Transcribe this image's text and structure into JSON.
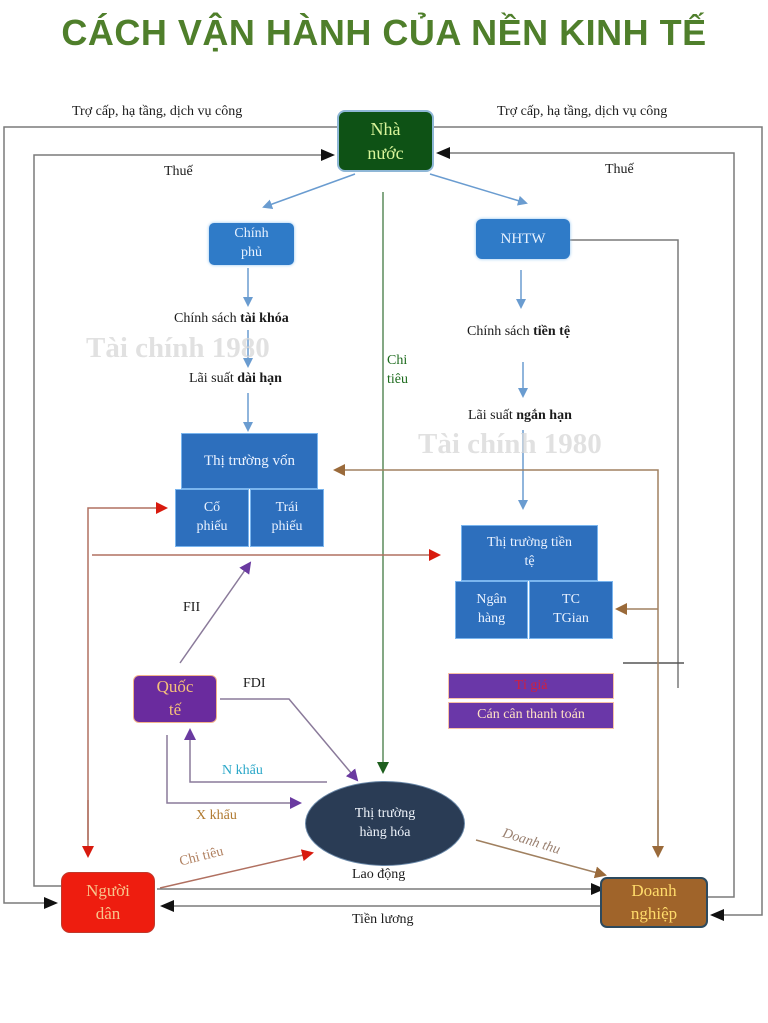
{
  "title": "CÁCH VẬN HÀNH CỦA NỀN KINH TẾ",
  "colors": {
    "title": "#4f7f2b",
    "nha_nuoc": "#0e5215",
    "blue_node": "#2f7bc8",
    "quoc_te": "#6a2b9e",
    "thi_truong_hang_hoa": "#2a3c55",
    "nguoi_dan": "#ee1d0f",
    "doanh_nghiep": "#a0642a",
    "arrow_blue": "#6a9cd0",
    "arrow_green": "#1d6b1d",
    "arrow_red": "#d02010",
    "arrow_brown": "#9a6a3a",
    "arrow_purple": "#6a3aa0",
    "arrow_black": "#111111",
    "line_gray": "#7a7a7a"
  },
  "nodes": {
    "nha_nuoc": {
      "line1": "Nhà",
      "line2": "nước"
    },
    "chinh_phu": {
      "line1": "Chính",
      "line2": "phủ"
    },
    "nhtw": {
      "label": "NHTW"
    },
    "thi_truong_von": {
      "label": "Thị trường vốn"
    },
    "co_phieu": {
      "line1": "Cổ",
      "line2": "phiếu"
    },
    "trai_phieu": {
      "line1": "Trái",
      "line2": "phiếu"
    },
    "thi_truong_tien_te": {
      "line1": "Thị trường tiền",
      "line2": "tệ"
    },
    "ngan_hang": {
      "line1": "Ngân",
      "line2": "hàng"
    },
    "tc_tgian": {
      "line1": "TC",
      "line2": "TGian"
    },
    "quoc_te": {
      "line1": "Quốc",
      "line2": "tế"
    },
    "ti_gia": {
      "label": "Tỉ giá"
    },
    "can_can_thanh_toan": {
      "label": "Cán cân thanh toán"
    },
    "thi_truong_hang_hoa": {
      "line1": "Thị trường",
      "line2": "hàng hóa"
    },
    "nguoi_dan": {
      "line1": "Người",
      "line2": "dân"
    },
    "doanh_nghiep": {
      "line1": "Doanh",
      "line2": "nghiệp"
    }
  },
  "labels": {
    "tro_cap_left": "Trợ cấp, hạ tầng, dịch vụ công",
    "tro_cap_right": "Trợ cấp, hạ tầng, dịch vụ công",
    "thue_left": "Thuế",
    "thue_right": "Thuế",
    "chinh_sach_tai_khoa_prefix": "Chính sách ",
    "chinh_sach_tai_khoa_bold": "tài khóa",
    "lai_suat_dai_han_prefix": "Lãi suất ",
    "lai_suat_dai_han_bold": "dài hạn",
    "chinh_sach_tien_te_prefix": "Chính sách ",
    "chinh_sach_tien_te_bold": "tiền tệ",
    "lai_suat_ngan_han_prefix": "Lãi suất ",
    "lai_suat_ngan_han_bold": "ngắn hạn",
    "chi_tieu_gov_line1": "Chi",
    "chi_tieu_gov_line2": "tiêu",
    "fii": "FII",
    "fdi": "FDI",
    "n_khau": "N khẩu",
    "x_khau": "X khẩu",
    "chi_tieu_household": "Chi tiêu",
    "doanh_thu": "Doanh thu",
    "lao_dong": "Lao động",
    "tien_luong": "Tiền lương"
  },
  "watermarks": [
    "Tài chính 1980",
    "Tài chính 1980"
  ]
}
